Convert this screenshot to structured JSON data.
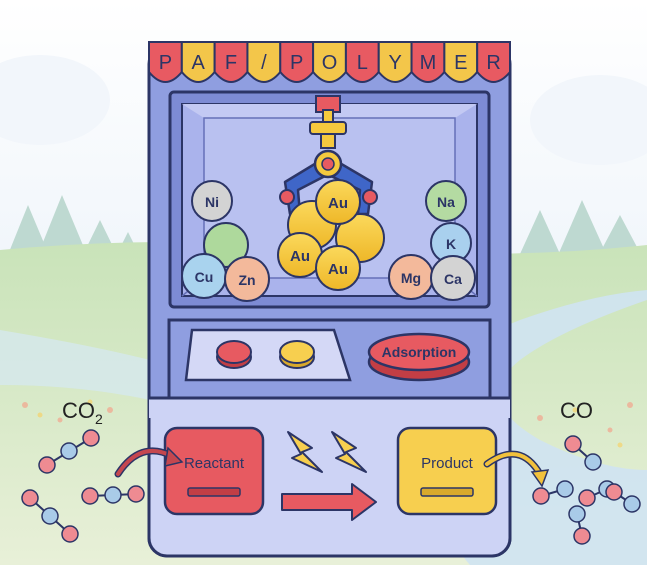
{
  "banner": {
    "letters": [
      "P",
      "A",
      "F",
      "/",
      "P",
      "O",
      "L",
      "Y",
      "M",
      "E",
      "R"
    ],
    "colors": [
      "#e85a62",
      "#f3c64a",
      "#e85a62",
      "#f3c64a",
      "#e85a62",
      "#f3c64a",
      "#e85a62",
      "#f3c64a",
      "#e85a62",
      "#f3c64a",
      "#e85a62"
    ]
  },
  "metals": {
    "ni": "Ni",
    "cu": "Cu",
    "zn": "Zn",
    "au1": "Au",
    "au2": "Au",
    "au3": "Au",
    "na": "Na",
    "k": "K",
    "mg": "Mg",
    "ca": "Ca"
  },
  "controls": {
    "adsorption": "Adsorption"
  },
  "reaction": {
    "co2_base": "CO",
    "co2_sub": "2",
    "co": "CO",
    "reactant": "Reactant",
    "product": "Product"
  },
  "colors": {
    "machine": "#8f9ee0",
    "machine_outline": "#2c3566",
    "window": "#b8c0f0",
    "gold": "#f5c93e",
    "red": "#e75a61",
    "yellow": "#f7cf4f",
    "ni": "#d3d3d3",
    "cu": "#a9d3ee",
    "zn": "#f3b99b",
    "green": "#aed99c",
    "na": "#b4dba2",
    "k": "#a9d0ee",
    "mg": "#f3b99b",
    "ca": "#d3d3d3",
    "atom_red": "#ee8b92",
    "atom_blue": "#a9cbe8"
  }
}
